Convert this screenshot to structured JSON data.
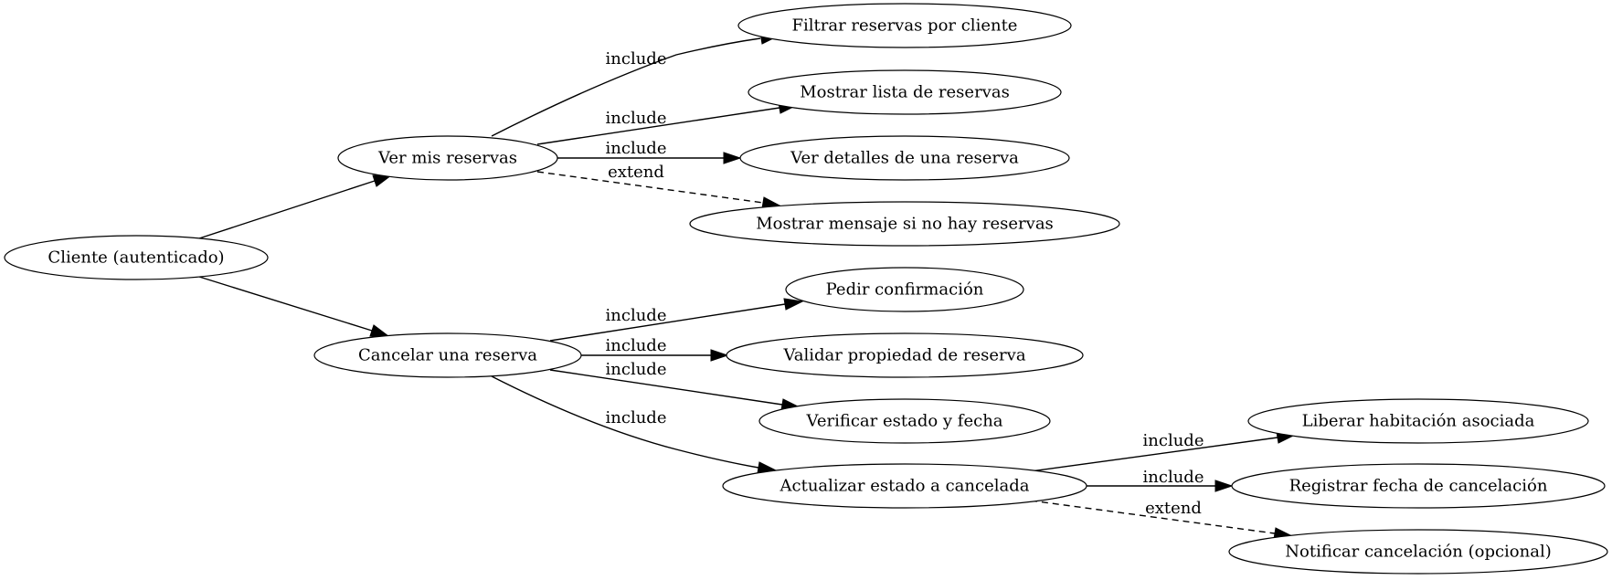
{
  "nodes": [
    {
      "id": "cliente",
      "label": "Cliente (autenticado)"
    },
    {
      "id": "ver",
      "label": "Ver mis reservas"
    },
    {
      "id": "cancelar",
      "label": "Cancelar una reserva"
    },
    {
      "id": "filtrar",
      "label": "Filtrar reservas por cliente"
    },
    {
      "id": "mostrar_lista",
      "label": "Mostrar lista de reservas"
    },
    {
      "id": "ver_detalles",
      "label": "Ver detalles de una reserva"
    },
    {
      "id": "mostrar_mensaje",
      "label": "Mostrar mensaje si no hay reservas"
    },
    {
      "id": "pedir",
      "label": "Pedir confirmación"
    },
    {
      "id": "validar",
      "label": "Validar propiedad de reserva"
    },
    {
      "id": "verificar",
      "label": "Verificar estado y fecha"
    },
    {
      "id": "actualizar",
      "label": "Actualizar estado a cancelada"
    },
    {
      "id": "liberar",
      "label": "Liberar habitación asociada"
    },
    {
      "id": "registrar",
      "label": "Registrar fecha de cancelación"
    },
    {
      "id": "notificar",
      "label": "Notificar cancelación (opcional)"
    }
  ],
  "edges": [
    {
      "id": "e1",
      "from": "cliente",
      "to": "ver",
      "label": "",
      "style": "solid"
    },
    {
      "id": "e2",
      "from": "cliente",
      "to": "cancelar",
      "label": "",
      "style": "solid"
    },
    {
      "id": "e3",
      "from": "ver",
      "to": "filtrar",
      "label": "include",
      "style": "solid"
    },
    {
      "id": "e4",
      "from": "ver",
      "to": "mostrar_lista",
      "label": "include",
      "style": "solid"
    },
    {
      "id": "e5",
      "from": "ver",
      "to": "ver_detalles",
      "label": "include",
      "style": "solid"
    },
    {
      "id": "e6",
      "from": "ver",
      "to": "mostrar_mensaje",
      "label": "extend",
      "style": "dashed"
    },
    {
      "id": "e7",
      "from": "cancelar",
      "to": "pedir",
      "label": "include",
      "style": "solid"
    },
    {
      "id": "e8",
      "from": "cancelar",
      "to": "validar",
      "label": "include",
      "style": "solid"
    },
    {
      "id": "e9",
      "from": "cancelar",
      "to": "verificar",
      "label": "include",
      "style": "solid"
    },
    {
      "id": "e10",
      "from": "cancelar",
      "to": "actualizar",
      "label": "include",
      "style": "solid"
    },
    {
      "id": "e11",
      "from": "actualizar",
      "to": "liberar",
      "label": "include",
      "style": "solid"
    },
    {
      "id": "e12",
      "from": "actualizar",
      "to": "registrar",
      "label": "include",
      "style": "solid"
    },
    {
      "id": "e13",
      "from": "actualizar",
      "to": "notificar",
      "label": "extend",
      "style": "dashed"
    }
  ]
}
